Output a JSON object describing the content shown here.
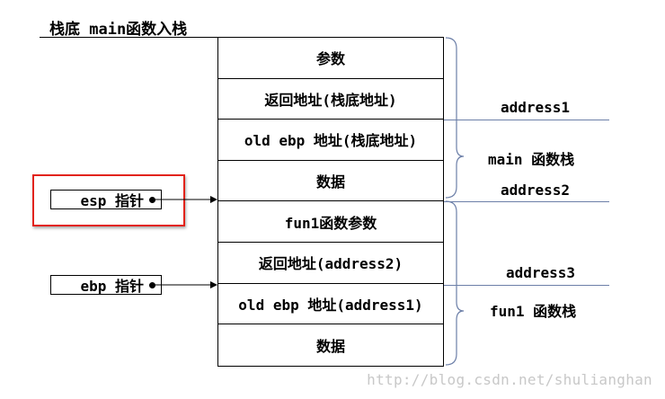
{
  "title": "栈底 main函数入栈",
  "stack_cells": [
    "参数",
    "返回地址(栈底地址)",
    "old ebp 地址(栈底地址)",
    "数据",
    "fun1函数参数",
    "返回地址(address2)",
    "old ebp 地址(address1)",
    "数据"
  ],
  "addresses": {
    "address1": "address1",
    "address2": "address2",
    "address3": "address3"
  },
  "frames": {
    "main": "main 函数栈",
    "fun1": "fun1 函数栈"
  },
  "pointers": {
    "esp": "esp 指针",
    "ebp": "ebp 指针"
  },
  "colors": {
    "highlight": "#e2231a",
    "brace": "#6c7fa8",
    "address_line": "#6c7fa8"
  },
  "watermark": "http://blog.csdn.net/shulianghan"
}
